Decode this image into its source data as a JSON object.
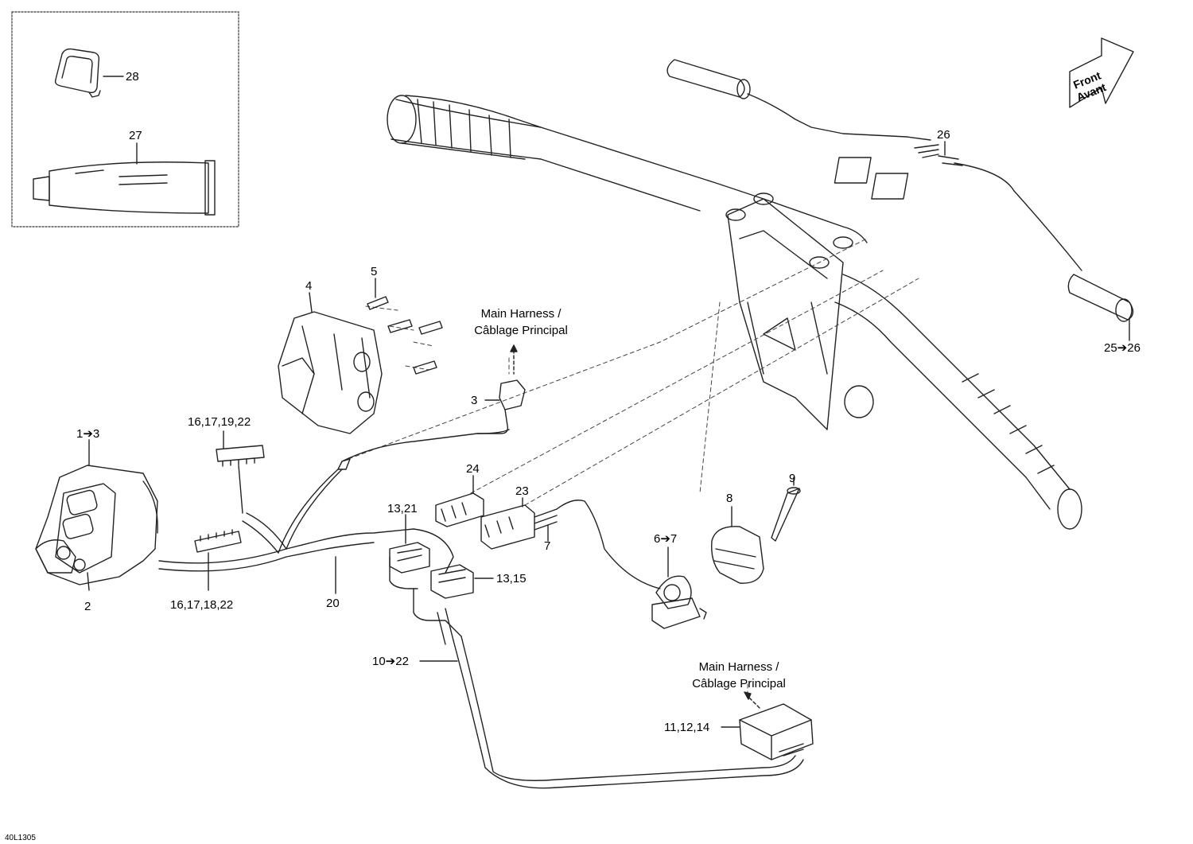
{
  "labels": {
    "l28": "28",
    "l27": "27",
    "l26": "26",
    "l25_26": "25➔26",
    "l5": "5",
    "l4": "4",
    "l3": "3",
    "l1_3": "1➔3",
    "l2": "2",
    "l16_17_19_22": "16,17,19,22",
    "l16_17_18_22": "16,17,18,22",
    "l20": "20",
    "l24": "24",
    "l23": "23",
    "l7": "7",
    "l13_21": "13,21",
    "l13_15": "13,15",
    "l6_7": "6➔7",
    "l8": "8",
    "l9": "9",
    "l10_22": "10➔22",
    "l11_12_14": "11,12,14"
  },
  "harness_top": {
    "line1": "Main Harness /",
    "line2": "Câblage Principal"
  },
  "harness_bottom": {
    "line1": "Main Harness /",
    "line2": "Câblage Principal"
  },
  "front_arrow": {
    "line1": "Front",
    "line2": "Avant"
  },
  "doc_id": "40L1305"
}
